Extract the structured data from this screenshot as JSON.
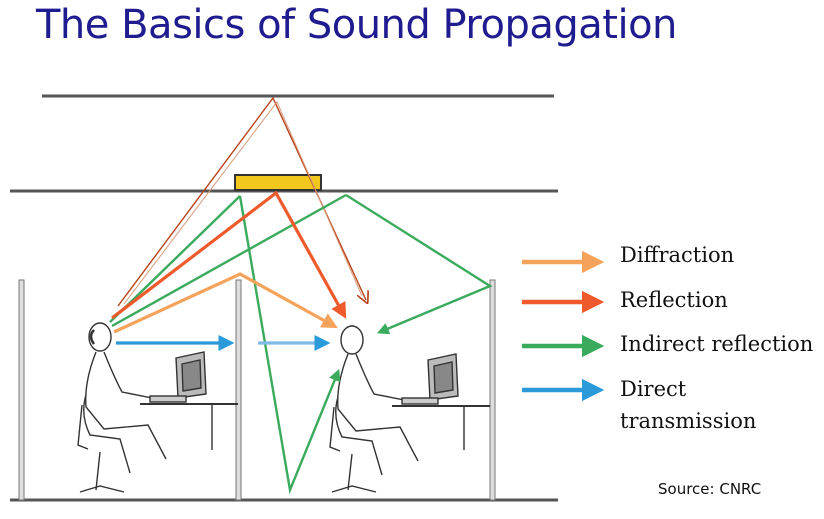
{
  "title": "The Basics of Sound Propagation",
  "legend": {
    "items": [
      {
        "key": "diffraction",
        "label_lines": [
          "Diffraction"
        ],
        "color": "#f5a25a"
      },
      {
        "key": "reflection",
        "label_lines": [
          "Reflection"
        ],
        "color": "#ee5a2b"
      },
      {
        "key": "indirect",
        "label_lines": [
          "Indirect reflection"
        ],
        "color": "#3aaa5c"
      },
      {
        "key": "direct",
        "label_lines": [
          "Direct",
          "transmission"
        ],
        "color": "#2a9ad8"
      }
    ]
  },
  "source": "Source: CNRC",
  "colors": {
    "title": "#1f1c8f",
    "structure": "#555555",
    "panel": "#f2c81f",
    "upper_ray": "#b8431c",
    "figure": "#333333"
  }
}
